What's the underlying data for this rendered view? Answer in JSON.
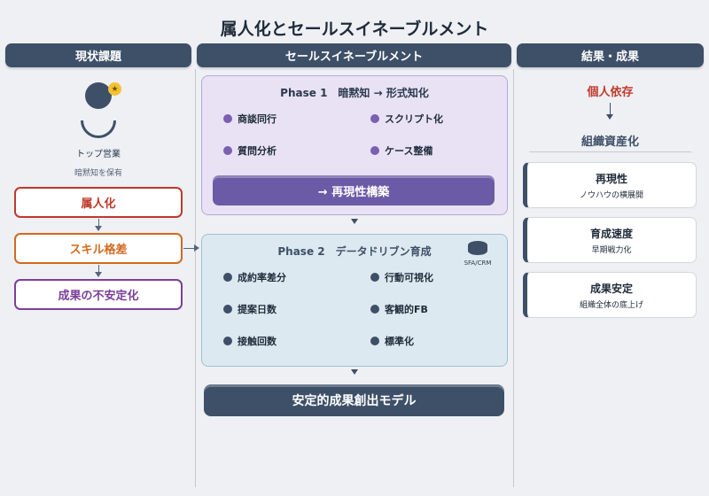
{
  "title": "属人化とセールスイネーブルメント",
  "columns": {
    "left": "現状課題",
    "middle": "セールスイネーブルメント",
    "right": "結果・成果"
  },
  "left": {
    "avatar_name": "トップ営業",
    "avatar_note": "暗黙知を保有",
    "star": "★",
    "issues": [
      "属人化",
      "スキル格差",
      "成果の不安定化"
    ]
  },
  "phase1": {
    "title": "Phase 1　暗黙知 → 形式知化",
    "items": [
      "商談同行",
      "スクリプト化",
      "質問分析",
      "ケース整備"
    ],
    "result": "→ 再現性構築"
  },
  "phase2": {
    "title": "Phase 2　データドリブン育成",
    "db_label": "SFA/CRM",
    "items": [
      "成約率差分",
      "行動可視化",
      "提案日数",
      "客観的FB",
      "接触回数",
      "標準化"
    ]
  },
  "model": "安定的成果創出モデル",
  "right": {
    "from": "個人依存",
    "to": "組織資産化",
    "cards": [
      {
        "title": "再現性",
        "sub": "ノウハウの横展開"
      },
      {
        "title": "育成速度",
        "sub": "早期戦力化"
      },
      {
        "title": "成果安定",
        "sub": "組織全体の底上げ"
      }
    ]
  },
  "colors": {
    "header": "#3e5068",
    "red": "#c0392b",
    "orange": "#d2691e",
    "purple": "#7b3f99",
    "phase1_bg": "#e8e2f4",
    "phase2_bg": "#dde9f0"
  }
}
